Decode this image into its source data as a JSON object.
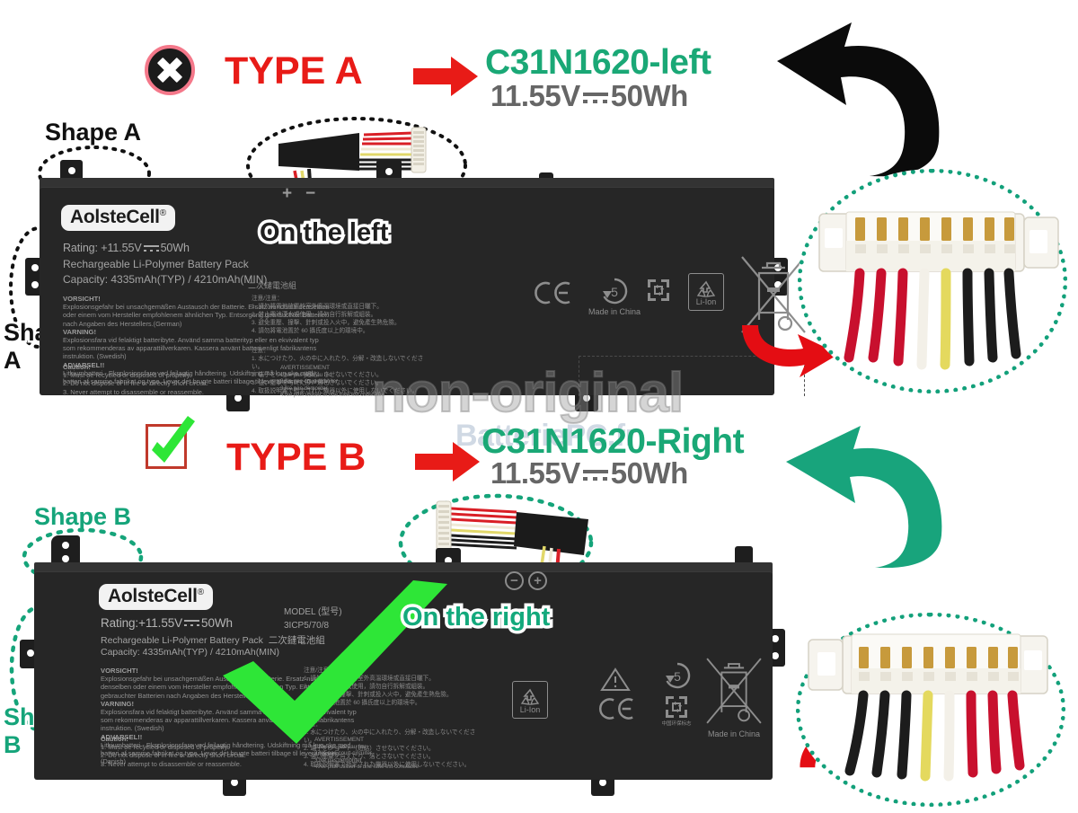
{
  "page": {
    "background": "#ffffff",
    "accent_red": "#e81b17",
    "accent_teal": "#1aa876",
    "battery_body": "#262626"
  },
  "watermarks": {
    "non_original": "non-original",
    "site": "BatteriePC.fr"
  },
  "sections": [
    {
      "id": "type-a",
      "badge_icon": "cross-badge-icon",
      "type_label": "TYPE A",
      "arrow_icon": "red-right-arrow-icon",
      "model_name": "C31N1620-left",
      "voltage": "11.55V",
      "dc_symbol": "dc-current-icon",
      "capacity_wh": "50Wh",
      "shape_label": "Shape A",
      "shape_color": "#111111",
      "callout": "On the left",
      "callout_color": "#1f1f1f",
      "curved_arrow_icon": "black-curved-arrow-icon",
      "curved_arrow_color": "#0b0b0b",
      "detail_arrow_icon": "red-curved-arrow-icon",
      "detail_arrow_color": "#e40d13",
      "polarity": [
        "+",
        "−"
      ],
      "connector_wires": [
        "red",
        "red",
        "red",
        "white",
        "yellow",
        "black",
        "black",
        "black"
      ]
    },
    {
      "id": "type-b",
      "badge_icon": "check-badge-icon",
      "type_label": "TYPE B",
      "arrow_icon": "red-right-arrow-icon",
      "model_name": "C31N1620-Right",
      "voltage": "11.55V",
      "dc_symbol": "dc-current-icon",
      "capacity_wh": "50Wh",
      "shape_label": "Shape B",
      "shape_color": "#15a47a",
      "callout": "On the right",
      "callout_color": "#13a97c",
      "curved_arrow_icon": "teal-curved-arrow-icon",
      "curved_arrow_color": "#18a47c",
      "detail_arrow_icon": "red-curved-arrow-icon",
      "detail_arrow_color": "#e40d13",
      "polarity": [
        "−",
        "+"
      ],
      "connector_wires": [
        "black",
        "black",
        "black",
        "yellow",
        "white",
        "red",
        "red",
        "red"
      ]
    }
  ],
  "battery_label": {
    "brand": "AolsteCell",
    "brand_mark": "®",
    "rating_prefix_a": "Rating: +11.55V",
    "rating_prefix_b": "Rating:+11.55V",
    "rating_wh": "50Wh",
    "chemistry": "Rechargeable Li-Polymer Battery Pack",
    "chemistry_cjk": "二次鏈電池組",
    "capacity": "Capacity: 4335mAh(TYP) / 4210mAh(MIN)",
    "model_heading": "MODEL (型号)",
    "model_code": "3ICP5/70/8",
    "warnings": [
      {
        "heading": "VORSICHT!",
        "body": "Explosionsgefahr bei unsachgemäßen Austausch der Batterie. Ersatz nur durch denselben oder einem vom Hersteller empfohlenem ähnlichen Typ. Entsorgung gebrauchter Batterien nach Angaben des Herstellers.(German)"
      },
      {
        "heading": "VARNING!",
        "body": "Explosionsfara vid felaktigt batteribyte. Använd samma batterityp eller en ekvivalent typ som rekommenderas av apparattillverkaren. Kassera använt batteri enligt fabrikantens instruktion. (Swedish)"
      },
      {
        "heading": "ADVARSEL!!",
        "body": "Lithiumbatteri - Eksplosionsfare ved fejlagtig håndtering. Udskiftning må kun ske med batteri af samme fabrikat og type. Lever det brugte batteri tilbage til leverandøren. (Danish)"
      }
    ],
    "caution_heading": "Caution:",
    "caution_items": [
      "1. Must be recycled or disposed of properly.",
      "2. Do not dispose of in fire or directly short circuit.",
      "3. Never attempt to disassemble or reassemble."
    ],
    "avert_heading": "AVERTISSEMENT",
    "avert_items": [
      "1.Ne pas jeter au feu",
      "2.Ne pas court-circuiter",
      "3.Ne pas  demonter",
      "4.Ne plus utiliser si  une fuite est constatée"
    ],
    "cjk_notice_heading": "注意/注意：",
    "cjk_notice_items": [
      "1. 請勿將電池放置於室外高溫環境或直接日曬下。",
      "2. 禁止電池湮水或使用，請勿自行拆解或組裝。",
      "3. 避免重壓、撞擊、針刺或投入火中，避免產生熱危險。",
      "4. 請勿將電池置於 60 攝氏度以上的環境中。"
    ],
    "jp_notice_heading": "注意：",
    "jp_notice_items": [
      "1. 水につけたり、火の中に入れたり、分解・改造しないでください。",
      "2. 端子をショート（短絡）させないでください。",
      "3. 強い衝撃を与えたり、落とさないでください。",
      "4. 取扱説明書で指定された機器以外に使用しないでください。"
    ]
  },
  "cert_icons": {
    "ce": "CE",
    "rohs_number": "5",
    "made_in_china": "Made in China",
    "li_ion": "Li-Ion",
    "recycle": "recycle-icon",
    "weee": "crossed-out-wheelie-bin-icon",
    "warning_triangle": "warning-triangle-icon",
    "china_rohs_caption": "中国环保标志"
  }
}
